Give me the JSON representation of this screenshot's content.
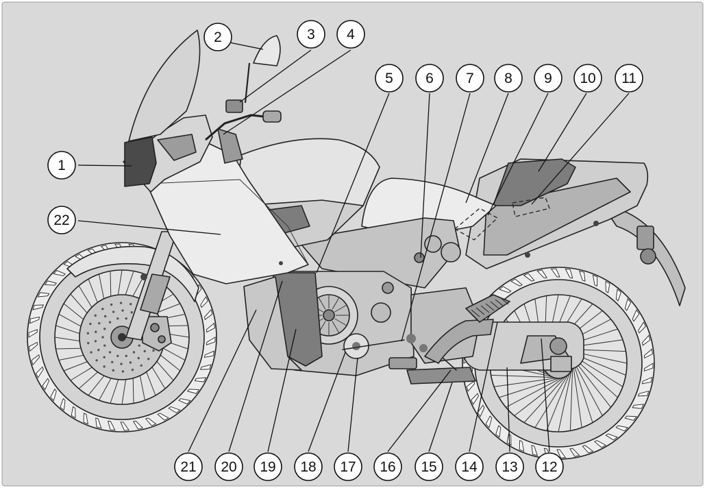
{
  "diagram": {
    "callouts": [
      {
        "id": "c1",
        "label": "1"
      },
      {
        "id": "c2",
        "label": "2"
      },
      {
        "id": "c3",
        "label": "3"
      },
      {
        "id": "c4",
        "label": "4"
      },
      {
        "id": "c5",
        "label": "5"
      },
      {
        "id": "c6",
        "label": "6"
      },
      {
        "id": "c7",
        "label": "7"
      },
      {
        "id": "c8",
        "label": "8"
      },
      {
        "id": "c9",
        "label": "9"
      },
      {
        "id": "c10",
        "label": "10"
      },
      {
        "id": "c11",
        "label": "11"
      },
      {
        "id": "c12",
        "label": "12"
      },
      {
        "id": "c13",
        "label": "13"
      },
      {
        "id": "c14",
        "label": "14"
      },
      {
        "id": "c15",
        "label": "15"
      },
      {
        "id": "c16",
        "label": "16"
      },
      {
        "id": "c17",
        "label": "17"
      },
      {
        "id": "c18",
        "label": "18"
      },
      {
        "id": "c19",
        "label": "19"
      },
      {
        "id": "c20",
        "label": "20"
      },
      {
        "id": "c21",
        "label": "21"
      },
      {
        "id": "c22",
        "label": "22"
      }
    ],
    "colors": {
      "background": "#d9d9d9",
      "body_panel": "#e9e9e9",
      "dark_panel": "#7d7d7d",
      "mid_panel": "#b5b5b5",
      "outline": "#222222"
    }
  }
}
